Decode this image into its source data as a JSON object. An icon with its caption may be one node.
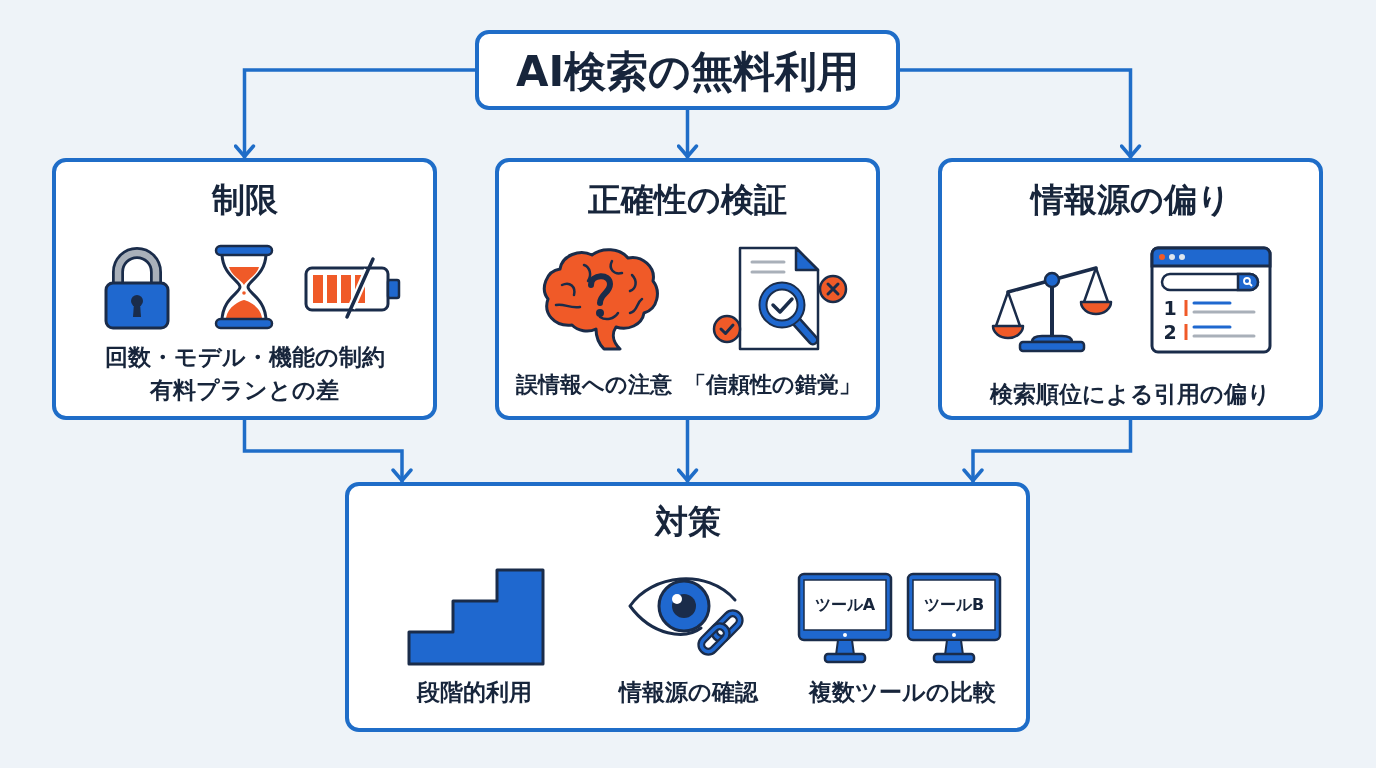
{
  "diagram": {
    "nodes": [
      {
        "text": [
          "AI検索の無料利用"
        ]
      },
      {
        "text": [
          "制限",
          "回数・モデル・機能の制約",
          "有料プランとの差"
        ]
      },
      {
        "text": [
          "正確性の検証",
          "誤情報への注意",
          "「信頼性の錯覚」"
        ]
      },
      {
        "text": [
          "情報源の偏り",
          "検索順位による引用の偏り"
        ]
      },
      {
        "text": [
          "対策",
          "段階的利用",
          "情報源の確認",
          "複数ツールの比較"
        ]
      },
      {
        "text": [
          "ツールA"
        ],
        "in": 4
      },
      {
        "text": [
          "ツールB"
        ],
        "in": 4
      }
    ],
    "edges": [
      {
        "from": 0,
        "to": 1,
        "arrow": "to"
      },
      {
        "from": 0,
        "to": 2,
        "arrow": "to"
      },
      {
        "from": 0,
        "to": 3,
        "arrow": "to"
      },
      {
        "from": 1,
        "to": 4,
        "arrow": "to"
      },
      {
        "from": 2,
        "to": 4,
        "arrow": "to"
      },
      {
        "from": 3,
        "to": 4,
        "arrow": "to"
      }
    ],
    "labels": [
      "1",
      "2"
    ]
  }
}
